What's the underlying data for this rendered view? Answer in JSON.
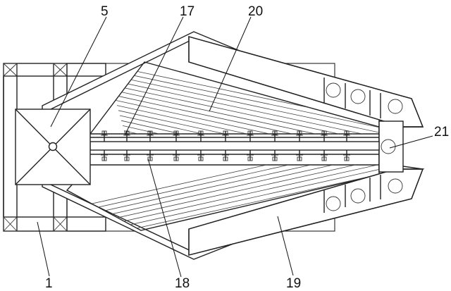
{
  "labels": {
    "l1": "1",
    "l5": "5",
    "l17": "17",
    "l18": "18",
    "l19": "19",
    "l20": "20",
    "l21": "21"
  }
}
